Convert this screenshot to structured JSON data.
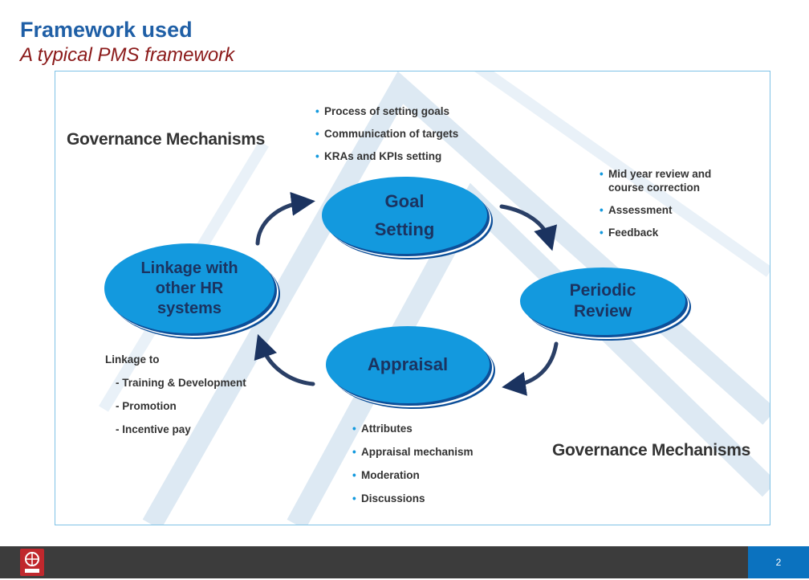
{
  "header": {
    "title": "Framework used",
    "subtitle": "A typical PMS framework"
  },
  "diagram": {
    "governance_top": "Governance Mechanisms",
    "governance_bottom": "Governance Mechanisms",
    "nodes": {
      "goal": [
        "Goal",
        "Setting"
      ],
      "review": [
        "Periodic",
        "Review"
      ],
      "appraisal": [
        "Appraisal"
      ],
      "linkage": [
        "Linkage with",
        "other HR",
        "systems"
      ]
    },
    "goal_bullets": [
      "Process of setting goals",
      "Communication of targets",
      "KRAs and KPIs setting"
    ],
    "review_bullets": [
      "Mid year review and course correction",
      "Assessment",
      "Feedback"
    ],
    "appraisal_bullets": [
      "Attributes",
      "Appraisal mechanism",
      "Moderation",
      "Discussions"
    ],
    "linkage_heading": "Linkage to",
    "linkage_items": [
      "- Training & Development",
      "- Promotion",
      "- Incentive pay"
    ]
  },
  "footer": {
    "page_number": "2"
  },
  "colors": {
    "node_fill": "#1399de",
    "node_text": "#1b3360",
    "title": "#1f5fa6",
    "subtitle": "#8b1a1a",
    "footer_bg": "#3c3c3c",
    "page_badge": "#0b72bf"
  }
}
